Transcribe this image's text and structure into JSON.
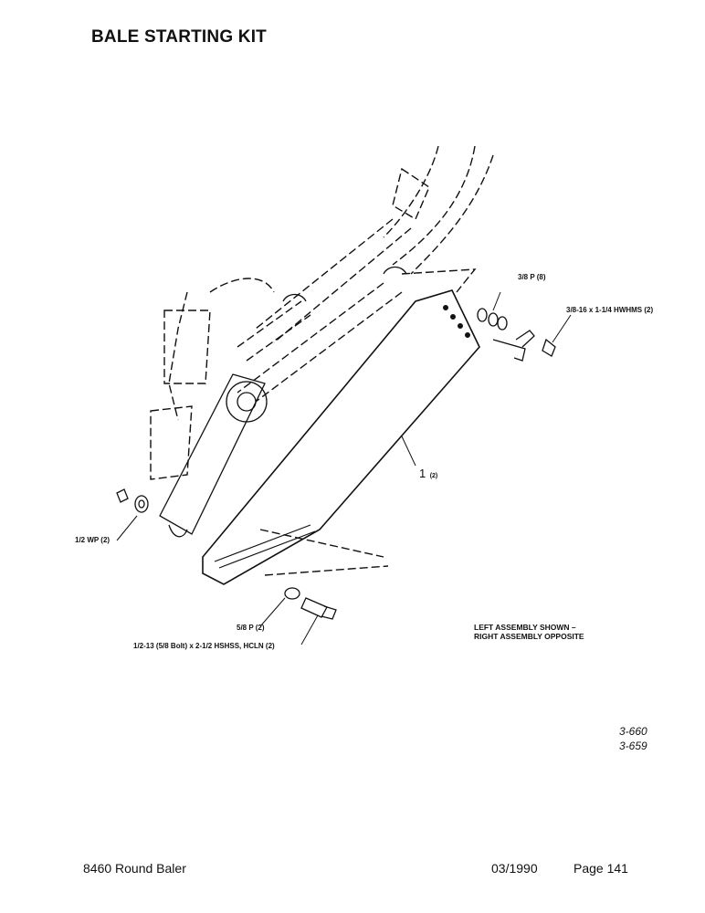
{
  "title": "BALE STARTING KIT",
  "callouts": {
    "p38": "3/8 P (8)",
    "bolt38": "3/8-16 x 1-1/4  HWHMS (2)",
    "item1_num": "1",
    "item1_qty": "(2)",
    "wp12": "1/2 WP (2)",
    "p58": "5/8 P (2)",
    "bolt12": "1/2-13 (5/8 Bolt) x 2-1/2 HSHSS, HCLN (2)"
  },
  "note": {
    "line1": "LEFT ASSEMBLY SHOWN –",
    "line2": "RIGHT ASSEMBLY OPPOSITE"
  },
  "figure_refs": [
    "3-660",
    "3-659"
  ],
  "footer": {
    "model": "8460 Round Baler",
    "date": "03/1990",
    "page": "Page 141"
  }
}
